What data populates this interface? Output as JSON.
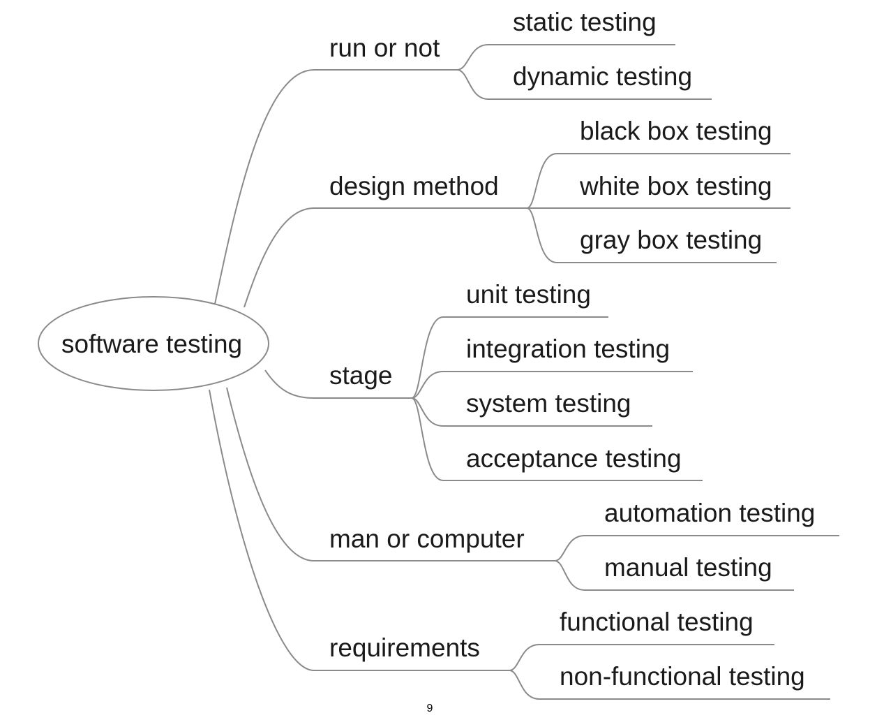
{
  "mindmap": {
    "root": "software testing",
    "branches": [
      {
        "label": "run or not",
        "children": [
          "static testing",
          "dynamic testing"
        ]
      },
      {
        "label": "design method",
        "children": [
          "black box testing",
          "white box testing",
          "gray box testing"
        ]
      },
      {
        "label": "stage",
        "children": [
          "unit testing",
          "integration testing",
          "system testing",
          "acceptance testing"
        ]
      },
      {
        "label": "man or computer",
        "children": [
          "automation testing",
          "manual testing"
        ]
      },
      {
        "label": "requirements",
        "children": [
          "functional testing",
          "non-functional testing"
        ]
      }
    ]
  },
  "page_number": "9"
}
